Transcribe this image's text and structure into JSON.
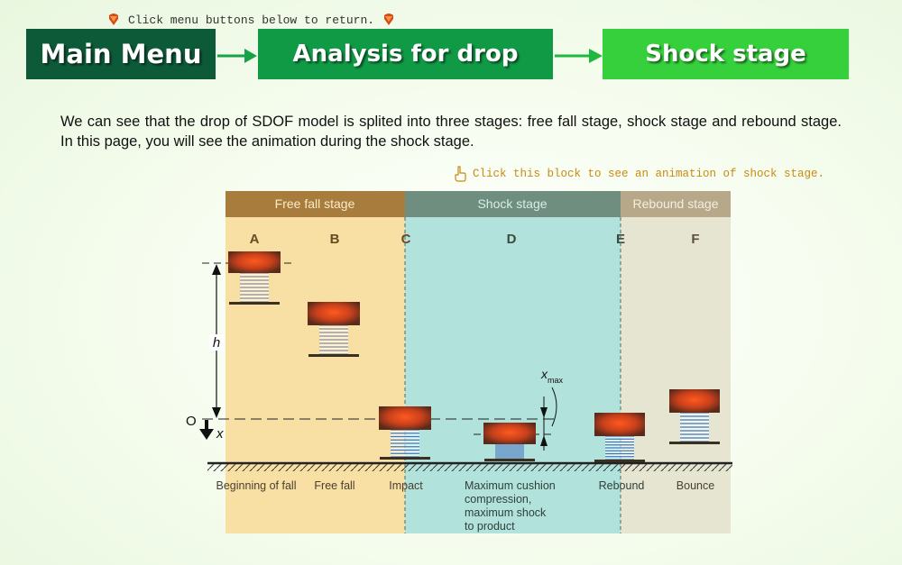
{
  "hint_top": "Click menu buttons below to return.",
  "nav": {
    "main_menu": "Main Menu",
    "analysis": "Analysis for drop",
    "shock": "Shock stage"
  },
  "intro_text": "We can see that the drop of SDOF model is splited into three stages: free fall stage, shock stage and rebound stage. In this page, you will see the animation during the shock stage.",
  "hint_block": "Click this block to see an animation of shock stage.",
  "diagram": {
    "stages": {
      "free_fall": "Free fall stage",
      "shock": "Shock stage",
      "rebound": "Rebound stage"
    },
    "positions": [
      "A",
      "B",
      "C",
      "D",
      "E",
      "F"
    ],
    "captions": {
      "a": "Beginning of fall",
      "b": "Free fall",
      "c": "Impact",
      "d_line1": "Maximum cushion",
      "d_line2": "compression,",
      "d_line3": "maximum shock",
      "d_line4": "to product",
      "e": "Rebound",
      "f": "Bounce"
    },
    "labels": {
      "h": "h",
      "origin": "O",
      "x": "x",
      "xmax": "x",
      "xmax_sub": "max"
    }
  },
  "colors": {
    "nav_main": "#0d5a38",
    "nav_analysis": "#119a45",
    "nav_shock": "#36d03c",
    "free_fall_bg": "#f8dfa4",
    "shock_bg": "#b1e3dc",
    "rebound_bg": "#e5e5d2",
    "mass": "#c8401c"
  },
  "icons": {
    "top_arrows": "down-arrow-icon",
    "block_hint": "pointing-hand-icon"
  }
}
